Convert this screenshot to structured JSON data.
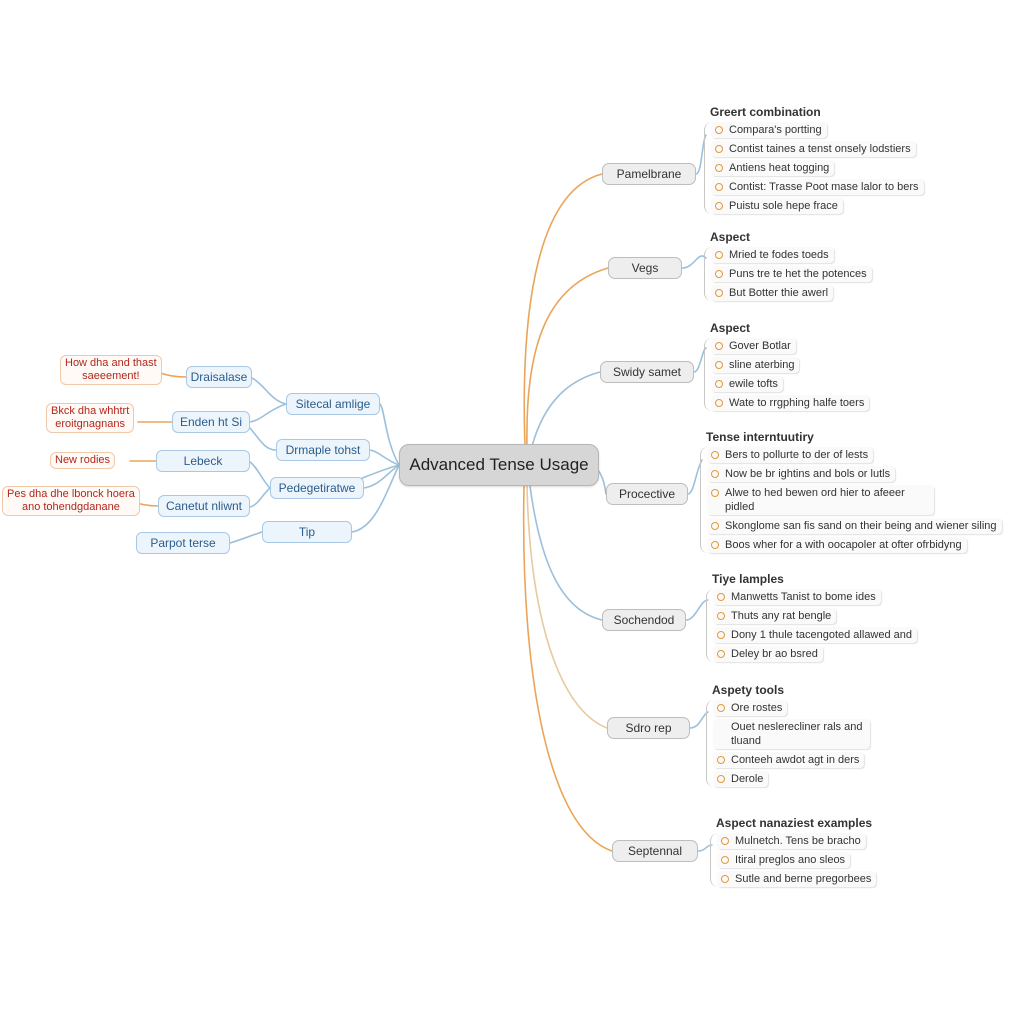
{
  "root": {
    "label": "Advanced Tense Usage"
  },
  "branches": [
    {
      "label": "Pamelbrane"
    },
    {
      "label": "Vegs"
    },
    {
      "label": "Swidy samet"
    },
    {
      "label": "Procective"
    },
    {
      "label": "Sochendod"
    },
    {
      "label": "Sdro rep"
    },
    {
      "label": "Septennal"
    }
  ],
  "groups": [
    {
      "title": "Greert combination",
      "items": [
        "Compara's portting",
        "Contist taines a tenst onsely lodstiers",
        "Antiens heat togging",
        "Contist: Trasse Poot mase lalor to bers",
        "Puistu sole hepe frace"
      ]
    },
    {
      "title": "Aspect",
      "items": [
        "Mried te fodes toeds",
        "Puns tre te het the potences",
        "But Botter thie awerl"
      ]
    },
    {
      "title": "Aspect",
      "items": [
        "Gover Botlar",
        "sline aterbing",
        "ewile tofts",
        "Wate to rrgphing halfe toers"
      ]
    },
    {
      "title": "Tense interntuutiry",
      "items": [
        "Bers to pollurte to der of lests",
        "Now be br ightins and bols or lutls",
        "Alwe to hed bewen ord hier to afeeer pidled",
        "Skonglome san fis sand on their being and wiener siling",
        "Boos wher for a with oocapoler at ofter ofrbidyng"
      ]
    },
    {
      "title": "Tiye lamples",
      "items": [
        "Manwetts Tanist to bome ides",
        "Thuts any rat bengle",
        "Dony 1 thule tacengoted allawed and",
        "Deley br ao bsred"
      ]
    },
    {
      "title": "Aspety tools",
      "items": [
        "Ore rostes",
        "Ouet neslerecliner rals and tluand",
        "Conteeh awdot agt in ders",
        "Derole"
      ]
    },
    {
      "title": "Aspect nanaziest examples",
      "items": [
        "Mulnetch. Tens be bracho",
        "Itiral preglos ano sleos",
        "Sutle and berne pregorbees"
      ]
    }
  ],
  "left": {
    "hubs": [
      {
        "label": "Sitecal amlige"
      },
      {
        "label": "Drmaple tohst"
      },
      {
        "label": "Pedegetiratwe"
      },
      {
        "label": "Tip"
      }
    ],
    "leaves": [
      {
        "label": "Draisalase"
      },
      {
        "label": "Enden ht Si"
      },
      {
        "label": "Lebeck"
      },
      {
        "label": "Canetut nliwnt"
      },
      {
        "label": "Parpot terse"
      }
    ],
    "notes": [
      {
        "line1": "How dha and thast",
        "line2": "saeeement!"
      },
      {
        "line1": "Bkck dha whhtrt",
        "line2": "eroitgnagnans"
      },
      {
        "line1": "New rodies",
        "line2": ""
      },
      {
        "line1": "Pes dha dhe lbonck hoera",
        "line2": "ano tohendgdanane"
      }
    ]
  },
  "colors": {
    "orange_connector": "#eaa55a",
    "blue_connector": "#9cc0dc",
    "bullet": "#e39a3a",
    "note_text": "#b3261e",
    "left_node_text": "#2a5c8c"
  }
}
